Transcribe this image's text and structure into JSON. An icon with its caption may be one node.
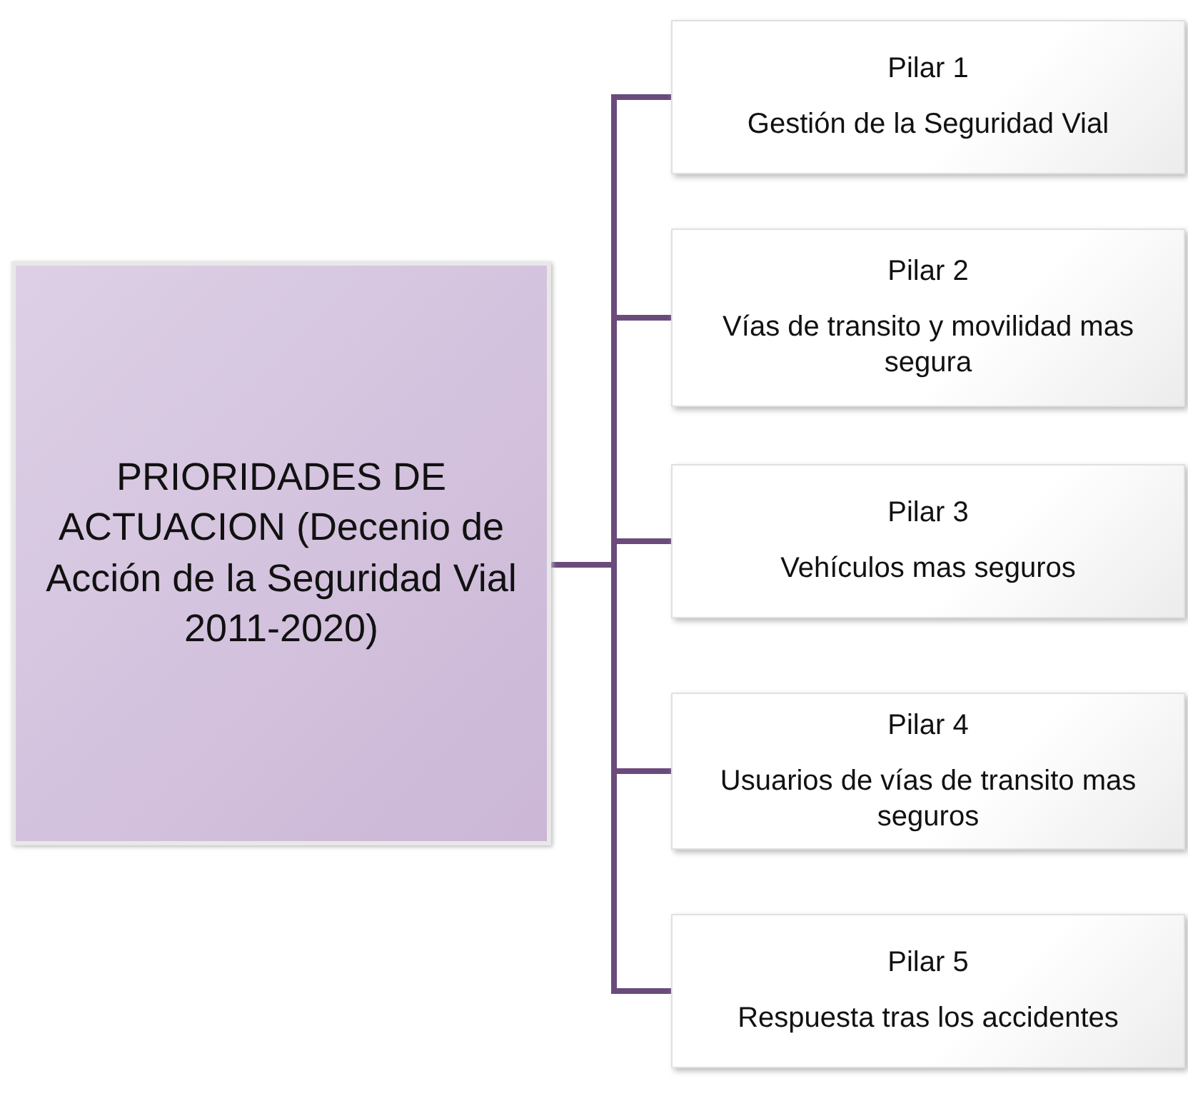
{
  "diagram": {
    "nodes": [
      {
        "text": [
          "PRIORIDADES DE ACTUACION (Decenio de Acción de la Seguridad Vial 2011-2020)"
        ]
      },
      {
        "text": [
          "Pilar 1",
          "Gestión de la Seguridad Vial"
        ]
      },
      {
        "text": [
          "Pilar 2",
          "Vías de transito y movilidad mas segura"
        ]
      },
      {
        "text": [
          "Pilar 3",
          "Vehículos mas seguros"
        ]
      },
      {
        "text": [
          "Pilar 4",
          "Usuarios de vías de transito mas seguros"
        ]
      },
      {
        "text": [
          "Pilar 5",
          "Respuesta tras los accidentes"
        ]
      }
    ],
    "edges": [
      {
        "from": 0,
        "to": 1,
        "arrow": "none"
      },
      {
        "from": 0,
        "to": 2,
        "arrow": "none"
      },
      {
        "from": 0,
        "to": 3,
        "arrow": "none"
      },
      {
        "from": 0,
        "to": 4,
        "arrow": "none"
      },
      {
        "from": 0,
        "to": 5,
        "arrow": "none"
      }
    ]
  }
}
